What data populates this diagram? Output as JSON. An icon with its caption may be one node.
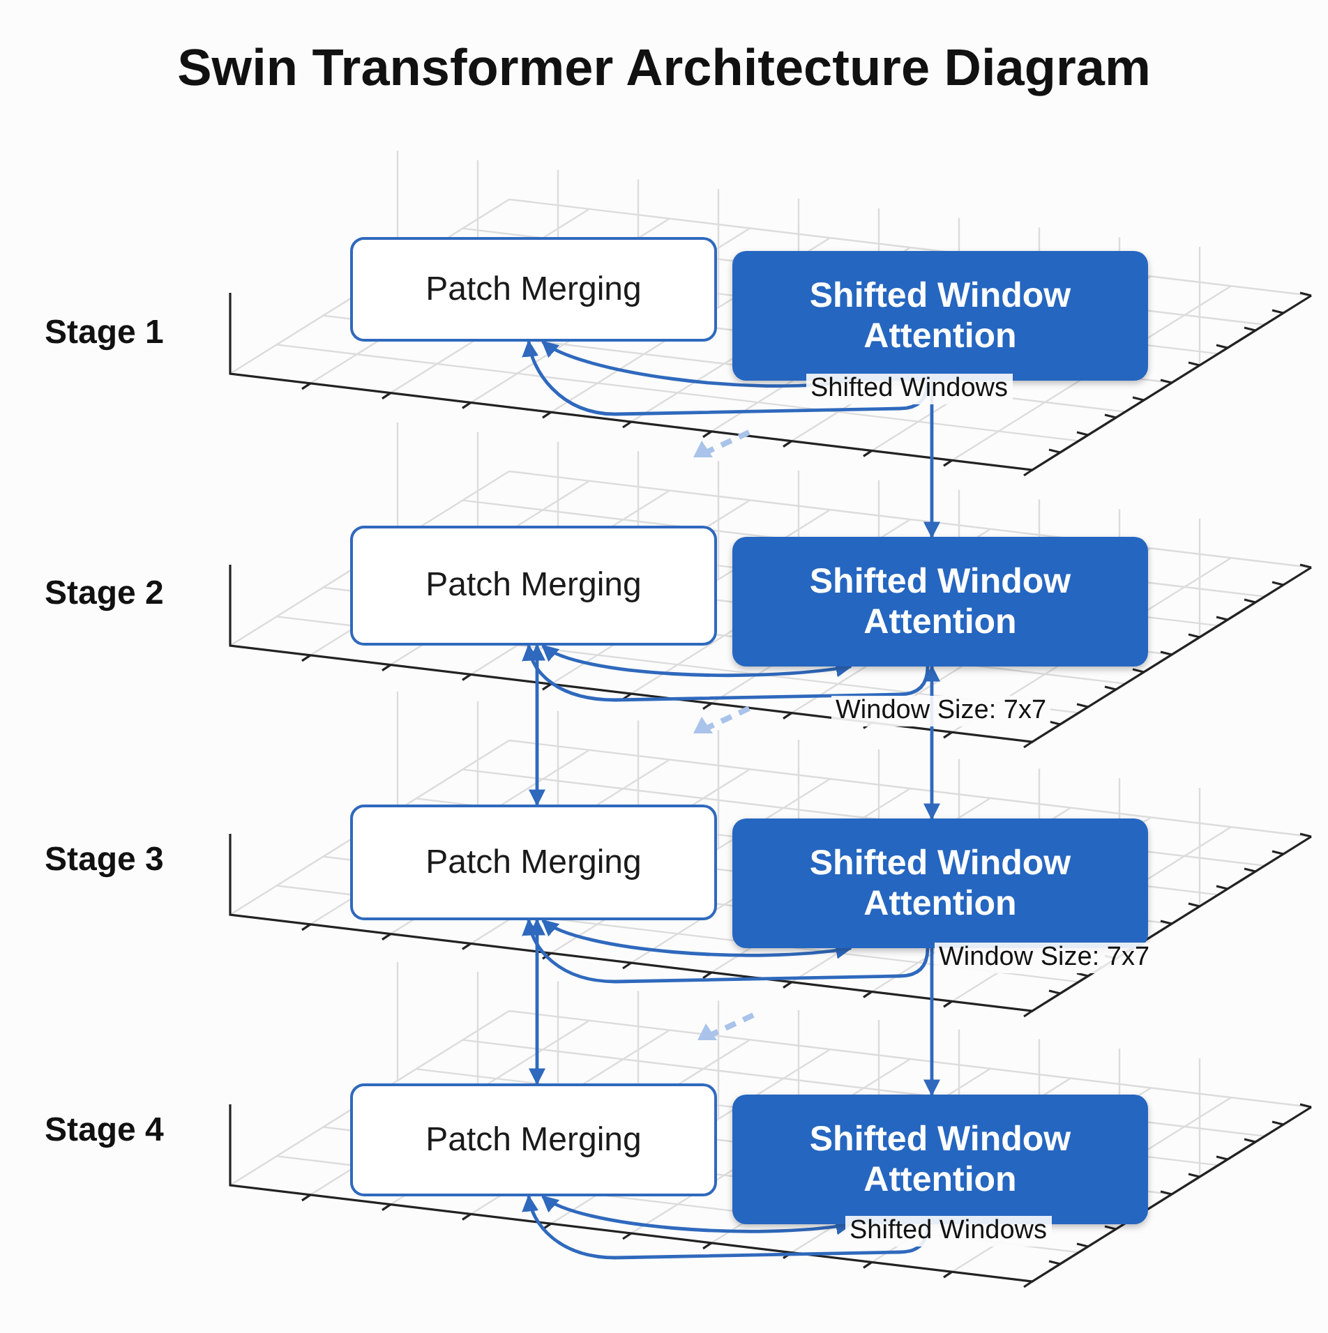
{
  "diagram": {
    "title": "Swin Transformer Architecture Diagram",
    "nodes": [
      {
        "text": [
          "Patch Merging"
        ]
      },
      {
        "text": [
          "Shifted Window Attention"
        ],
        "beside": [
          "Shifted Windows"
        ]
      },
      {
        "text": [
          "Patch Merging"
        ]
      },
      {
        "text": [
          "Shifted Window Attention"
        ],
        "beside": [
          "Window Size: 7x7"
        ]
      },
      {
        "text": [
          "Patch Merging"
        ]
      },
      {
        "text": [
          "Shifted Window Attention"
        ],
        "beside": [
          "Window Size: 7x7"
        ]
      },
      {
        "text": [
          "Patch Merging"
        ]
      },
      {
        "text": [
          "Shifted Window Attention"
        ],
        "beside": [
          "Shifted Windows"
        ]
      }
    ],
    "edges": [
      {
        "from": 1,
        "to": 0,
        "arrow": "to"
      },
      {
        "from": 1,
        "to": 0,
        "arrow": "to"
      },
      {
        "from": 1,
        "to": 3,
        "arrow": "to"
      },
      {
        "from": 2,
        "to": 3,
        "arrow": "both"
      },
      {
        "from": 3,
        "to": 2,
        "arrow": "to"
      },
      {
        "from": 3,
        "to": 5,
        "arrow": "both"
      },
      {
        "from": 2,
        "to": 4,
        "arrow": "both"
      },
      {
        "from": 4,
        "to": 5,
        "arrow": "both"
      },
      {
        "from": 5,
        "to": 4,
        "arrow": "to"
      },
      {
        "from": 5,
        "to": 7,
        "arrow": "to"
      },
      {
        "from": 4,
        "to": 6,
        "arrow": "both"
      },
      {
        "from": 6,
        "to": 7,
        "arrow": "both"
      },
      {
        "from": 7,
        "to": 6,
        "arrow": "to"
      }
    ],
    "labels": [
      "Stage 1",
      "Stage 2",
      "Stage 3",
      "Stage 4"
    ]
  }
}
